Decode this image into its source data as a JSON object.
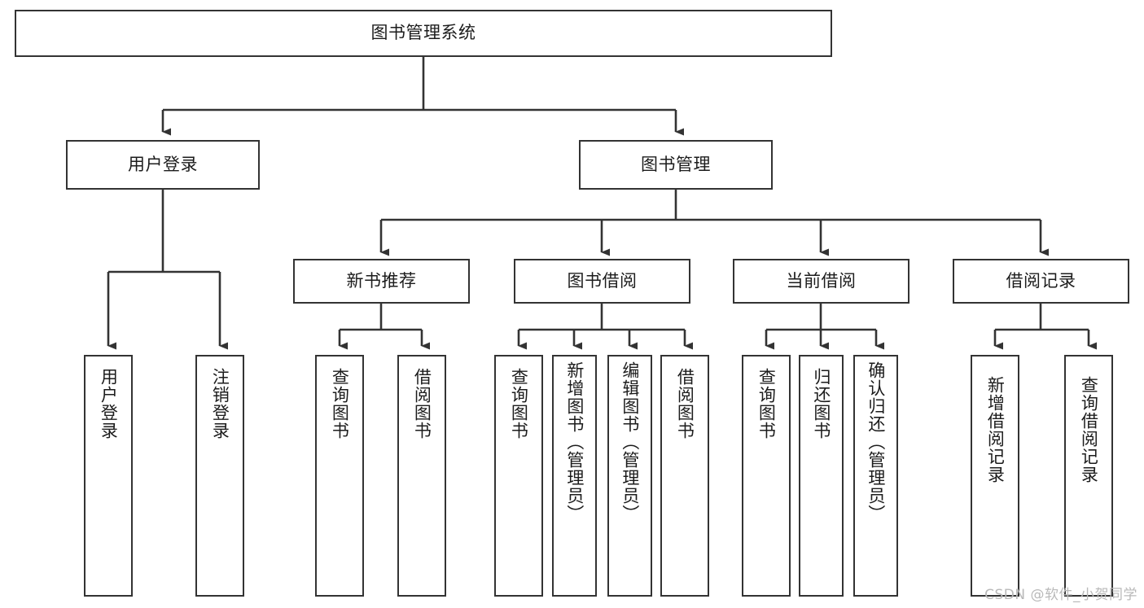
{
  "diagram": {
    "title": "图书管理系统",
    "type": "tree-hierarchy-flowchart",
    "watermark": "CSDN @软件_小贺同学",
    "colors": {
      "box_border": "#333333",
      "box_fill": "#ffffff",
      "text": "#1c1c1c",
      "edge": "#333333",
      "watermark": "#b9b9b9",
      "background": "#ffffff"
    },
    "root": {
      "label": "图书管理系统",
      "orientation": "horizontal"
    },
    "level1": [
      {
        "label": "用户登录",
        "orientation": "horizontal"
      },
      {
        "label": "图书管理",
        "orientation": "horizontal"
      }
    ],
    "level2": [
      {
        "label": "新书推荐",
        "orientation": "horizontal"
      },
      {
        "label": "图书借阅",
        "orientation": "horizontal"
      },
      {
        "label": "当前借阅",
        "orientation": "horizontal"
      },
      {
        "label": "借阅记录",
        "orientation": "horizontal"
      }
    ],
    "leaves": {
      "user_login": [
        {
          "label": "用户登录",
          "orientation": "vertical"
        },
        {
          "label": "注销登录",
          "orientation": "vertical"
        }
      ],
      "new_book_recommend": [
        {
          "label": "查询图书",
          "orientation": "vertical"
        },
        {
          "label": "借阅图书",
          "orientation": "vertical"
        }
      ],
      "book_borrow": [
        {
          "label": "查询图书",
          "orientation": "vertical"
        },
        {
          "label": "新增图书（管理员）",
          "orientation": "vertical"
        },
        {
          "label": "编辑图书（管理员）",
          "orientation": "vertical"
        },
        {
          "label": "借阅图书",
          "orientation": "vertical"
        }
      ],
      "current_borrow": [
        {
          "label": "查询图书",
          "orientation": "vertical"
        },
        {
          "label": "归还图书",
          "orientation": "vertical"
        },
        {
          "label": "确认归还（管理员）",
          "orientation": "vertical"
        }
      ],
      "borrow_record": [
        {
          "label": "新增借阅记录",
          "orientation": "vertical"
        },
        {
          "label": "查询借阅记录",
          "orientation": "vertical"
        }
      ]
    }
  }
}
